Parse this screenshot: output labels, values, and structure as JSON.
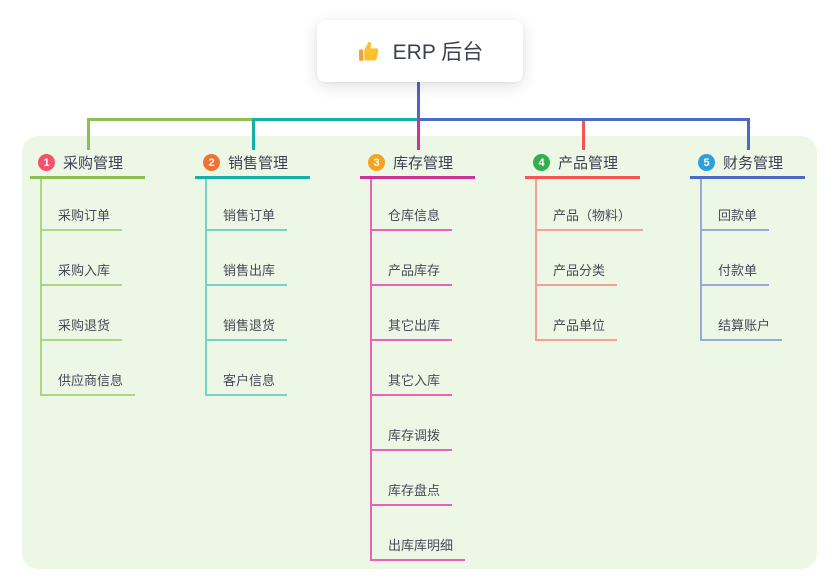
{
  "root": {
    "title": "ERP 后台",
    "icon": "thumbs-up-icon"
  },
  "branches": [
    {
      "number": "1",
      "label": "采购管理",
      "badge_color": "#f4516c",
      "line_color": "#8cc152",
      "child_line_color": "#aed584",
      "children": [
        "采购订单",
        "采购入库",
        "采购退货",
        "供应商信息"
      ]
    },
    {
      "number": "2",
      "label": "销售管理",
      "badge_color": "#ee7436",
      "line_color": "#14b2a6",
      "child_line_color": "#74d3c9",
      "children": [
        "销售订单",
        "销售出库",
        "销售退货",
        "客户信息"
      ]
    },
    {
      "number": "3",
      "label": "库存管理",
      "badge_color": "#f5a51d",
      "line_color": "#cc3399",
      "child_line_color": "#e964b6",
      "children": [
        "仓库信息",
        "产品库存",
        "其它出库",
        "其它入库",
        "库存调拨",
        "库存盘点",
        "出库库明细"
      ]
    },
    {
      "number": "4",
      "label": "产品管理",
      "badge_color": "#35ad51",
      "line_color": "#f45452",
      "child_line_color": "#f79f99",
      "children": [
        "产品（物料）",
        "产品分类",
        "产品单位"
      ]
    },
    {
      "number": "5",
      "label": "财务管理",
      "badge_color": "#2ba0dd",
      "line_color": "#4a6ac6",
      "child_line_color": "#97aade",
      "children": [
        "回款单",
        "付款单",
        "结算账户"
      ]
    }
  ],
  "colors": {
    "canvas_bg": "#ffffff",
    "panel_bg": "#ecf7e5",
    "root_stem": "#4f63c8",
    "text": "#3b4254",
    "thumb_yellow": "#fbc02d",
    "thumb_cuff": "#e8a33d"
  }
}
